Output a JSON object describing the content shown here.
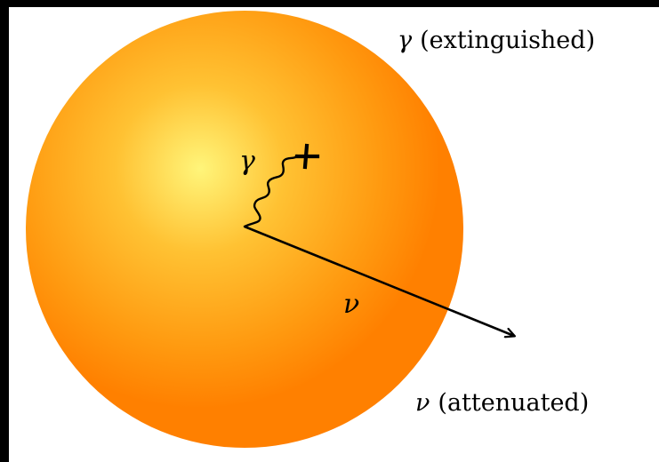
{
  "diagram": {
    "photon_symbol": "γ",
    "neutrino_symbol": "ν",
    "photon_label": {
      "symbol": "γ",
      "text": "(extinguished)"
    },
    "neutrino_label": {
      "symbol": "ν",
      "text": "(attenuated)"
    },
    "colors": {
      "background": "#000000",
      "frame": "#ffffff",
      "sphere_center": "#fff57a",
      "sphere_mid": "#ffb52a",
      "sphere_edge": "#ff8000",
      "ink": "#000000"
    },
    "icons": {
      "photon_path": "wavy-line",
      "absorption_mark": "cross",
      "neutrino_path": "arrow"
    }
  }
}
